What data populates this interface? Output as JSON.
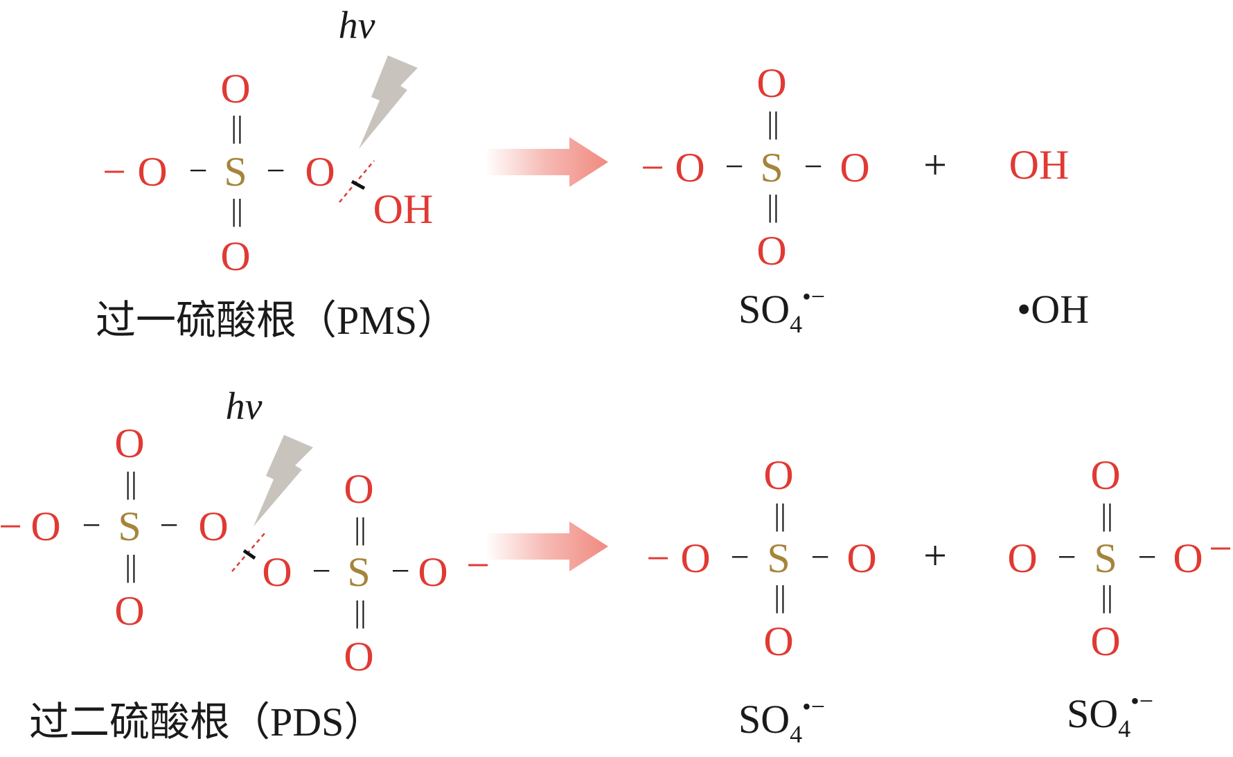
{
  "atoms": {
    "o": "O",
    "s": "S",
    "oh": "OH",
    "neg": "−",
    "bond": "−",
    "double_bond": "||",
    "plus": "+"
  },
  "light": "hv",
  "reactions": {
    "pms": {
      "reactant_label": "过一硫酸根（PMS）",
      "product_1": {
        "base": "SO",
        "sub": "4",
        "sup": "•−"
      },
      "product_2": "•OH"
    },
    "pds": {
      "reactant_label": "过二硫酸根（PDS）",
      "product_1": {
        "base": "SO",
        "sub": "4",
        "sup": "•−"
      },
      "product_2": {
        "base": "SO",
        "sub": "4",
        "sup": "•−"
      }
    }
  },
  "colors": {
    "oxygen": "#e03a33",
    "sulfur": "#a5853a",
    "arrow": "#f08a80",
    "lightning": "#c8c3bd",
    "cleavage": "#e03a33"
  }
}
